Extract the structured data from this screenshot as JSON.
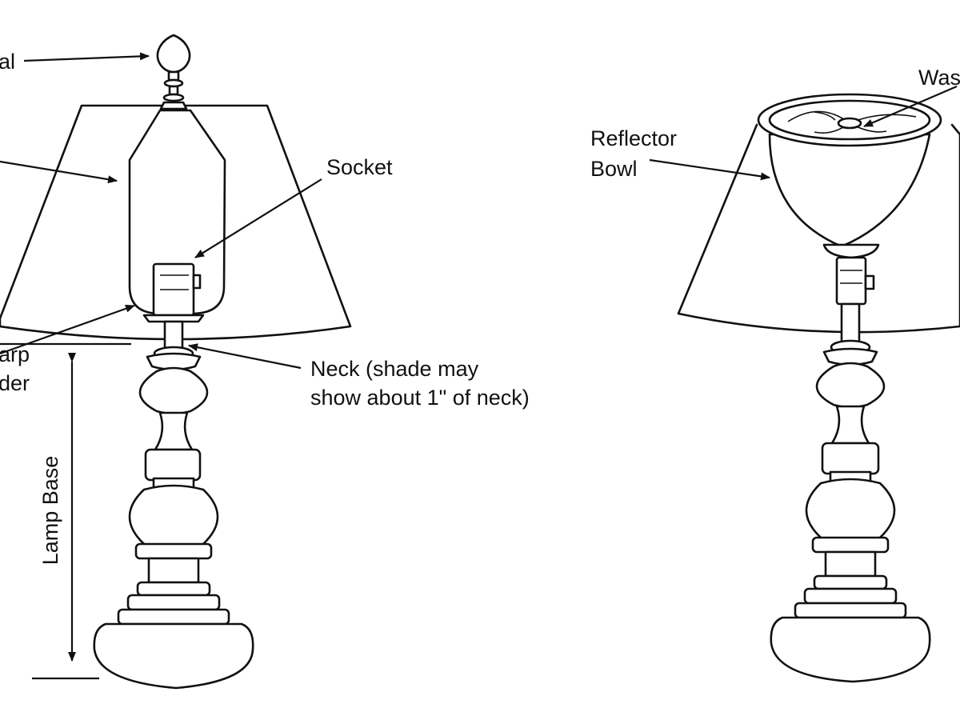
{
  "labels": {
    "finial": "al",
    "harp": "",
    "socket": "Socket",
    "harp_holder_line1": "arp",
    "harp_holder_line2": "der",
    "neck_line1": "Neck (shade may",
    "neck_line2": "show about 1\" of neck)",
    "lamp_base": "Lamp Base",
    "washer": "Was",
    "reflector_line1": "Reflector",
    "reflector_line2": "Bowl"
  }
}
